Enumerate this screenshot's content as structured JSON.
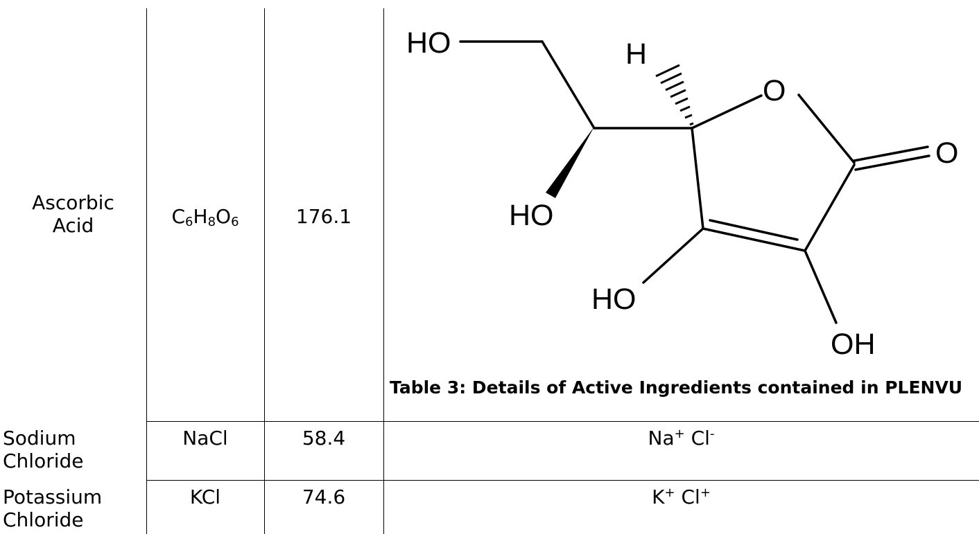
{
  "table": {
    "caption": "Table 3: Details of Active Ingredients contained in PLENVU",
    "rows": [
      {
        "name_line1": "Ascorbic",
        "name_line2": "Acid",
        "formula": {
          "c": "C",
          "c_n": "6",
          "h": "H",
          "h_n": "8",
          "o": "O",
          "o_n": "6"
        },
        "molecular_weight": "176.1"
      },
      {
        "name_line1": "Sodium",
        "name_line2": "Chloride",
        "formula": "NaCl",
        "molecular_weight": "58.4",
        "structure": {
          "cation": "Na",
          "cation_charge": "+",
          "anion": "Cl",
          "anion_charge": "-"
        }
      },
      {
        "name_line1": "Potassium",
        "name_line2": "Chloride",
        "formula": "KCl",
        "molecular_weight": "74.6",
        "structure": {
          "cation": "K",
          "cation_charge": "+",
          "anion": "Cl",
          "anion_charge": "+"
        }
      }
    ]
  },
  "ascorbic_structure_labels": {
    "ho_top": "HO",
    "h_stereo": "H",
    "o_ring": "O",
    "o_carbonyl": "O",
    "ho_mid": "HO",
    "ho_lower": "HO",
    "oh_bottom": "OH"
  }
}
